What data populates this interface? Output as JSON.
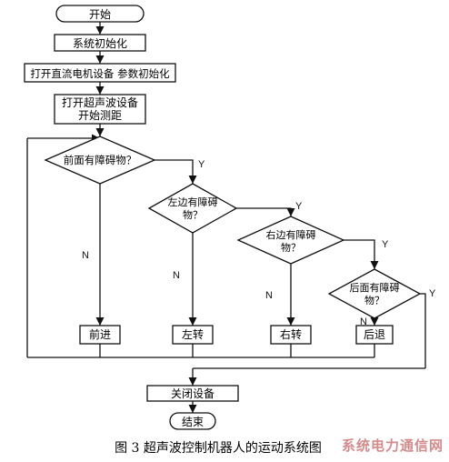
{
  "nodes": {
    "start": "开始",
    "init": "系统初始化",
    "motor": "打开直流电机设备 参数初始化",
    "sonar_line1": "打开超声波设备",
    "sonar_line2": "开始测距",
    "d_front": "前面有障碍物？",
    "d_left_line1": "左边有障碍",
    "d_left_line2": "物？",
    "d_right_line1": "右边有障碍",
    "d_right_line2": "物？",
    "d_back_line1": "后面有障碍",
    "d_back_line2": "物？",
    "forward": "前进",
    "turn_left": "左转",
    "turn_right": "右转",
    "backward": "后退",
    "close": "关闭设备",
    "end": "结束"
  },
  "labels": {
    "yes": "Y",
    "no": "N"
  },
  "caption": "图 3  超声波控制机器人的运动系统图",
  "watermark": "系统电力通信网",
  "colors": {
    "line": "#111111",
    "watermark": "#b32b2b"
  }
}
